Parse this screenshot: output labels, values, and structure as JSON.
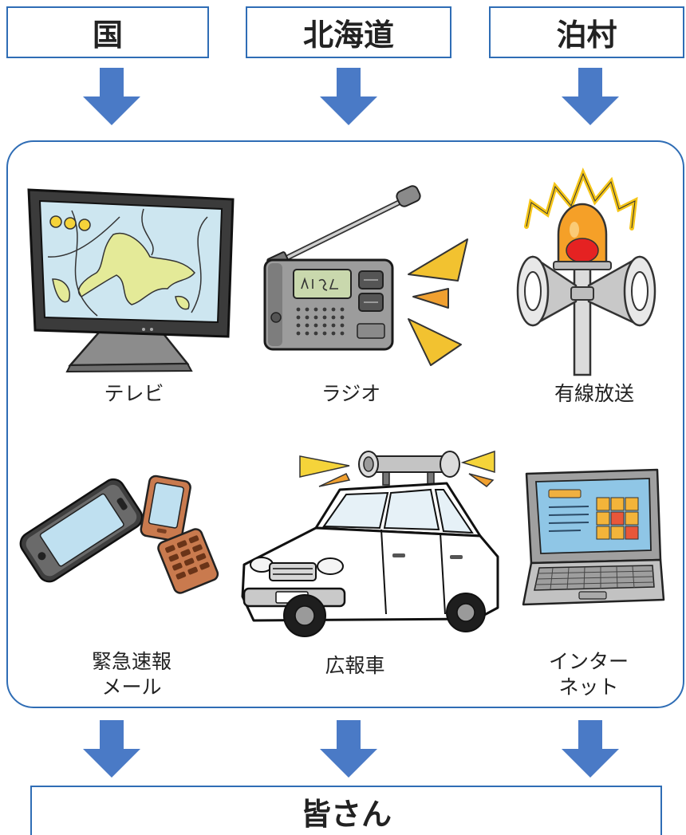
{
  "sources": {
    "national": "国",
    "prefecture": "北海道",
    "village": "泊村"
  },
  "media": {
    "tv": {
      "label": "テレビ",
      "icon": "tv-icon"
    },
    "radio": {
      "label": "ラジオ",
      "icon": "radio-icon"
    },
    "wired_broadcast": {
      "label": "有線放送",
      "icon": "loudspeaker-siren-icon"
    },
    "emergency_mail": {
      "label_lines": [
        "緊急速報",
        "メール"
      ],
      "icon": "mobile-phones-icon"
    },
    "pr_vehicle": {
      "label": "広報車",
      "icon": "pr-car-icon"
    },
    "internet": {
      "label_lines": [
        "インター",
        "ネット"
      ],
      "icon": "laptop-icon"
    }
  },
  "recipient": {
    "label": "皆さん"
  },
  "colors": {
    "frame_border": "#2f6db5",
    "arrow": "#4a7ac6",
    "text": "#222222"
  }
}
